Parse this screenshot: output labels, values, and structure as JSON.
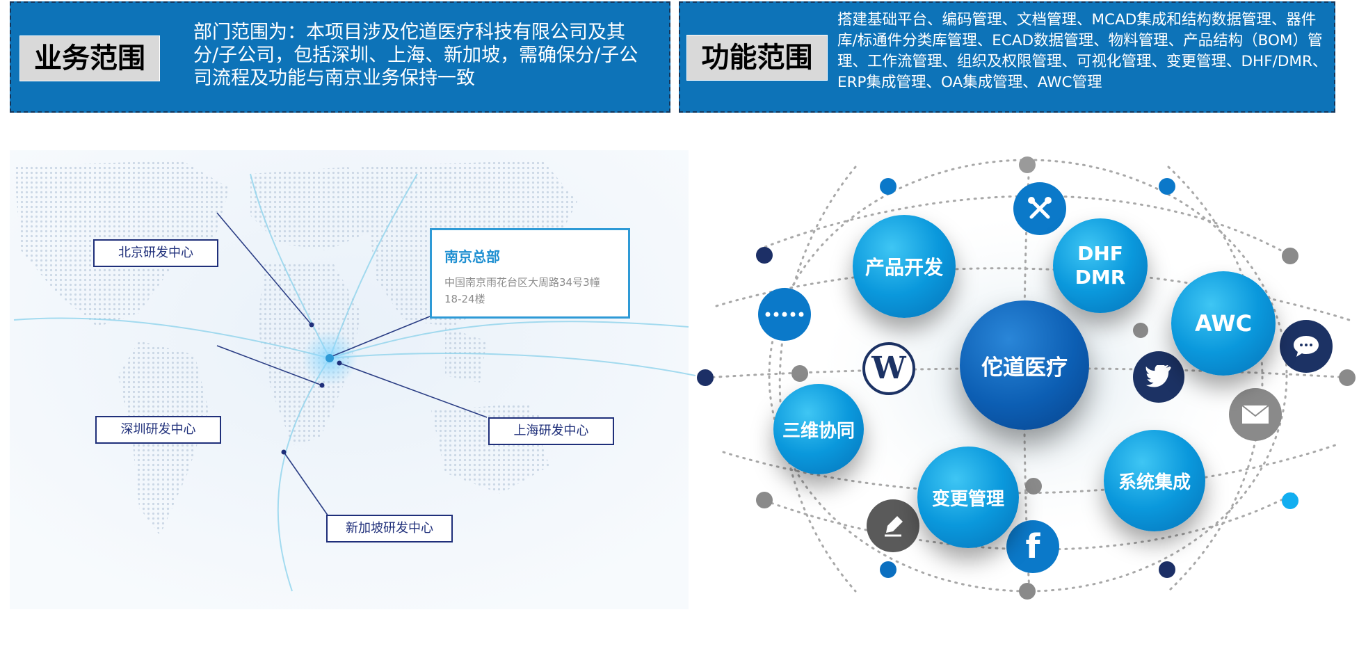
{
  "banner_left": {
    "tag": "业务范围",
    "text": "部门范围为：本项目涉及佗道医疗科技有限公司及其分/子公司，包括深圳、上海、新加坡，需确保分/子公司流程及功能与南京业务保持一致"
  },
  "banner_right": {
    "tag": "功能范围",
    "text": "搭建基础平台、编码管理、文档管理、MCAD集成和结构数据管理、器件库/标通件分类库管理、ECAD数据管理、物料管理、产品结构（BOM）管理、工作流管理、组织及权限管理、可视化管理、变更管理、DHF/DMR、ERP集成管理、OA集成管理、AWC管理"
  },
  "map": {
    "hq_title": "南京总部",
    "hq_address": "中国南京雨花台区大周路34号3幢18-24楼",
    "beijing": "北京研发中心",
    "shenzhen": "深圳研发中心",
    "shanghai": "上海研发中心",
    "singapore": "新加坡研发中心"
  },
  "network": {
    "center": "佗道医疗",
    "product_dev": "产品开发",
    "dhf_line1": "DHF",
    "dhf_line2": "DMR",
    "awc": "AWC",
    "collab_3d": "三维协同",
    "change_mgmt": "变更管理",
    "system_integration": "系统集成",
    "icons": [
      "tools-icon",
      "more-dots-icon",
      "wordpress-icon",
      "twitter-icon",
      "chat-bubble-icon",
      "mail-icon",
      "facebook-icon",
      "pen-icon"
    ]
  },
  "colors": {
    "banner_blue": "#0d73b8",
    "bubble_blue": "#0a98dc",
    "core_blue": "#0c5eb3",
    "navy": "#1f2f7a"
  }
}
